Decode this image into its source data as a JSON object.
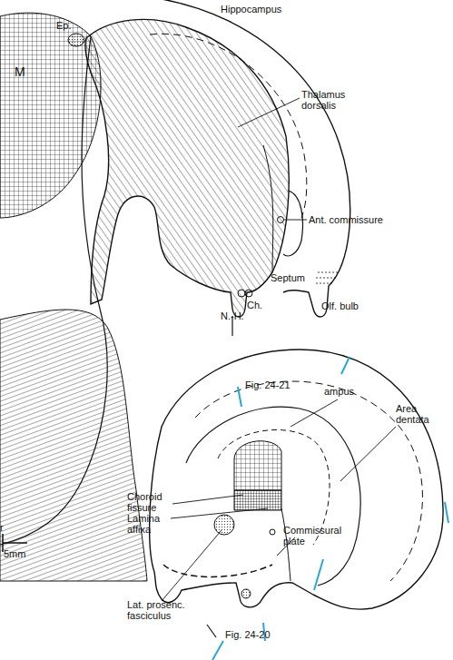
{
  "diagram": {
    "labels": [
      "Hippocampus",
      "Ep.",
      "Thalamus dorsalis",
      "M",
      "Ant. commissure",
      "Septum",
      "Olf. bulb",
      "N.-H.",
      "Ch.",
      "r",
      "5mm",
      "Fig. 24-21",
      "ampus",
      "Area dentata",
      "Choroid fissure",
      "Lamina affixa",
      "Commissural plate",
      "Lat. prosenc. fasciculus",
      "Fig. 24-20"
    ]
  }
}
